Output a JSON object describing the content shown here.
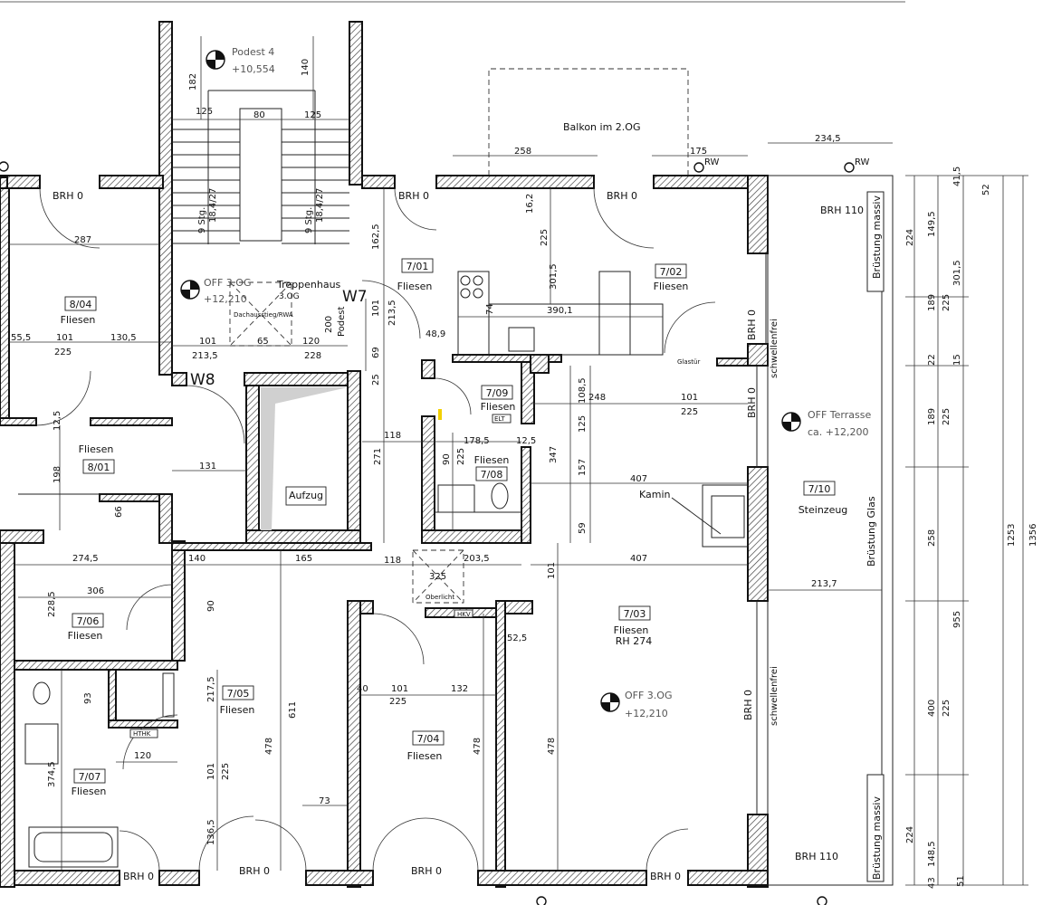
{
  "rooms": [
    {
      "id": "room-8-04",
      "number": "8/04",
      "floor": "Fliesen"
    },
    {
      "id": "room-8-01",
      "number": "8/01",
      "floor": "Fliesen"
    },
    {
      "id": "room-7-01",
      "number": "7/01",
      "floor": "Fliesen"
    },
    {
      "id": "room-7-02",
      "number": "7/02",
      "floor": "Fliesen"
    },
    {
      "id": "room-7-09",
      "number": "7/09",
      "floor": "Fliesen"
    },
    {
      "id": "room-7-08",
      "number": "7/08",
      "floor": "Fliesen"
    },
    {
      "id": "room-7-10",
      "number": "7/10",
      "floor": "Steinzeug"
    },
    {
      "id": "room-7-03",
      "number": "7/03",
      "floor": "Fliesen",
      "extra": "RH 274"
    },
    {
      "id": "room-7-06",
      "number": "7/06",
      "floor": "Fliesen"
    },
    {
      "id": "room-7-05",
      "number": "7/05",
      "floor": "Fliesen"
    },
    {
      "id": "room-7-04",
      "number": "7/04",
      "floor": "Fliesen"
    },
    {
      "id": "room-7-07",
      "number": "7/07",
      "floor": "Fliesen"
    }
  ],
  "labels": {
    "treppenhaus": "Treppenhaus",
    "treppenhaus_floor": "3.OG",
    "dachausstieg": "Dachausstieg/RWA",
    "podest": "Podest 4",
    "podest_level": "+10,554",
    "off_stair": "OFF 3.OG",
    "off_stair_level": "+12,210",
    "off_terrace": "OFF Terrasse",
    "off_terrace_level": "ca. +12,200",
    "off_main": "OFF 3.OG",
    "off_main_level": "+12,210",
    "balkon": "Balkon im 2.OG",
    "aufzug": "Aufzug",
    "kamin": "Kamin",
    "oberlicht": "Oberlicht",
    "glastuer": "Glastür",
    "podest_v": "Podest",
    "stg_1": "9 Stg.",
    "stg_1b": "18,4/27",
    "stg_2": "9 Stg.",
    "stg_2b": "18,4/27",
    "w7": "W7",
    "w8": "W8",
    "brh0": "BRH 0",
    "brh110": "BRH 110",
    "rw": "RW",
    "bruestung_massiv": "Brüstung massiv",
    "bruestung_glas": "Brüstung Glas",
    "schwellenfrei": "schwellenfrei",
    "elt": "ELT",
    "hvk": "HKV",
    "hthk": "HTHK"
  },
  "dims_h": {
    "d287": "287",
    "d55_5": "55,5",
    "d101a": "101",
    "d130_5": "130,5",
    "d225a": "225",
    "d125a": "125",
    "d80": "80",
    "d125b": "125",
    "d101b": "101",
    "d65": "65",
    "d120a": "120",
    "d213_5": "213,5",
    "d228": "228",
    "d258": "258",
    "d175": "175",
    "d234_5": "234,5",
    "d390_1": "390,1",
    "d48_9": "48,9",
    "d248": "248",
    "d101c": "101",
    "d225b": "225",
    "d118a": "118",
    "d178_5": "178,5",
    "d12_5": "12,5",
    "d407a": "407",
    "d131": "131",
    "d274_5": "274,5",
    "d140": "140",
    "d165": "165",
    "d118b": "118",
    "d203_5": "203,5",
    "d325": "325",
    "d407b": "407",
    "d213_7": "213,7",
    "d306": "306",
    "d52_5": "52,5",
    "d40": "40",
    "d101d": "101",
    "d132": "132",
    "d225c": "225",
    "d120b": "120",
    "d73": "73"
  },
  "dims_v": {
    "d182": "182",
    "d140v": "140",
    "d162_5": "162,5",
    "d101v": "101",
    "d213_5v": "213,5",
    "d200": "200",
    "d69": "69",
    "d271": "271",
    "d25v": "25",
    "d16_2": "16,2",
    "d225v1": "225",
    "d301_5": "301,5",
    "d74": "74",
    "d108_5": "108,5",
    "d125v": "125",
    "d157": "157",
    "d347": "347",
    "d59": "59",
    "d90": "90",
    "d225v2": "225",
    "d101v2": "101",
    "d478a": "478",
    "d611": "611",
    "d478b": "478",
    "d478c": "478",
    "d217_5": "217,5",
    "d101v3": "101",
    "d225v3": "225",
    "d136_5": "136,5",
    "d90b": "90",
    "d228_5": "228,5",
    "d93": "93",
    "d374_5": "374,5",
    "d198": "198",
    "d66": "66",
    "d12_5v": "12,5",
    "r41_5": "41,5",
    "r52": "52",
    "r224a": "224",
    "r149_5": "149,5",
    "r301_5": "301,5",
    "r225a": "225",
    "r189a": "189",
    "r22": "22",
    "r15": "15",
    "r189b": "189",
    "r225b": "225",
    "r258": "258",
    "r955": "955",
    "r400": "400",
    "r225c": "225",
    "r224b": "224",
    "r148_5": "148,5",
    "r43": "43",
    "r51": "51",
    "r1253": "1253",
    "r1356": "1356"
  }
}
